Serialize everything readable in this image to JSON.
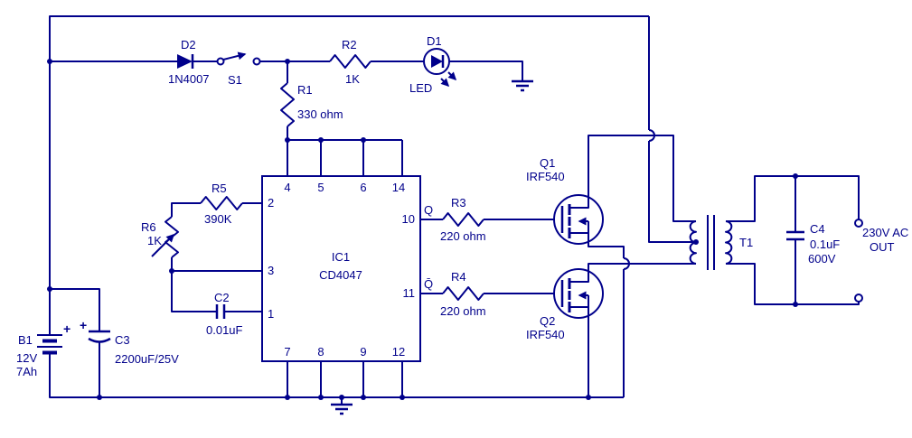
{
  "colors": {
    "wire": "#00008B",
    "text": "#00008B",
    "background": "#FFFFFF"
  },
  "power": {
    "battery": {
      "ref": "B1",
      "voltage": "12V",
      "capacity": "7Ah",
      "polarity": "+"
    },
    "filter_cap": {
      "ref": "C3",
      "value": "2200uF/25V",
      "polarity": "+"
    }
  },
  "input_stage": {
    "diode": {
      "ref": "D2",
      "value": "1N4007"
    },
    "switch": {
      "ref": "S1"
    },
    "led_resistor": {
      "ref": "R2",
      "value": "1K"
    },
    "led": {
      "ref": "D1",
      "value": "LED"
    },
    "supply_resistor": {
      "ref": "R1",
      "value": "330 ohm"
    }
  },
  "oscillator": {
    "ic": {
      "ref": "IC1",
      "part": "CD4047"
    },
    "pins": {
      "p1": "1",
      "p2": "2",
      "p3": "3",
      "p4": "4",
      "p5": "5",
      "p6": "6",
      "p7": "7",
      "p8": "8",
      "p9": "9",
      "p10": "10",
      "p11": "11",
      "p12": "12",
      "p14": "14"
    },
    "outputs": {
      "q": "Q",
      "q_bar": "Q̄"
    },
    "timing_resistor": {
      "ref": "R5",
      "value": "390K"
    },
    "preset": {
      "ref": "R6",
      "value": "1K"
    },
    "timing_cap": {
      "ref": "C2",
      "value": "0.01uF"
    }
  },
  "driver": {
    "gate_resistor_1": {
      "ref": "R3",
      "value": "220 ohm"
    },
    "gate_resistor_2": {
      "ref": "R4",
      "value": "220 ohm"
    },
    "mosfet_1": {
      "ref": "Q1",
      "part": "IRF540"
    },
    "mosfet_2": {
      "ref": "Q2",
      "part": "IRF540"
    }
  },
  "output_stage": {
    "transformer": {
      "ref": "T1"
    },
    "snubber_cap": {
      "ref": "C4",
      "value": "0.1uF",
      "rating": "600V"
    },
    "output_label": {
      "line1": "230V AC",
      "line2": "OUT"
    }
  }
}
